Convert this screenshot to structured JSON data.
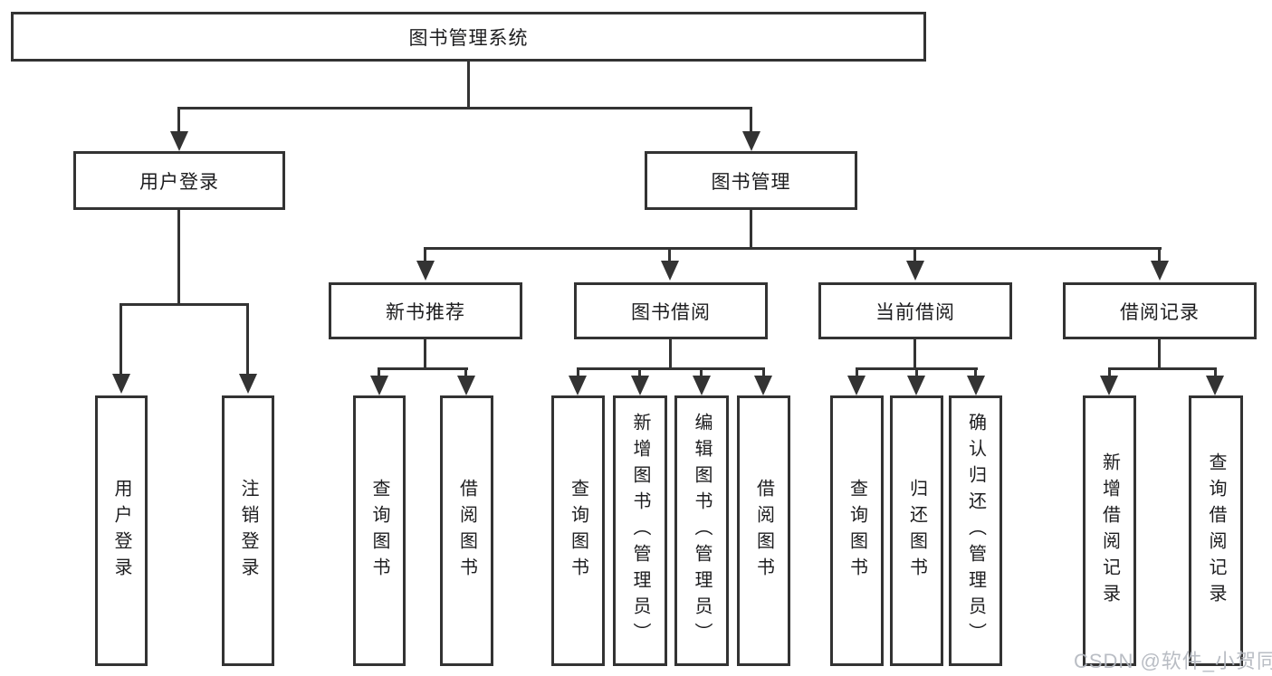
{
  "colors": {
    "line": "#333333",
    "text": "#1d1d1f",
    "background": "#ffffff",
    "watermark": "#b4b8bf"
  },
  "tree": {
    "root": {
      "label": "图书管理系统"
    },
    "children": [
      {
        "label": "用户登录",
        "children": [
          {
            "label": "用户登录"
          },
          {
            "label": "注销登录"
          }
        ]
      },
      {
        "label": "图书管理",
        "children": [
          {
            "label": "新书推荐",
            "children": [
              {
                "label": "查询图书"
              },
              {
                "label": "借阅图书"
              }
            ]
          },
          {
            "label": "图书借阅",
            "children": [
              {
                "label": "查询图书"
              },
              {
                "label": "新增图书（管理员）"
              },
              {
                "label": "编辑图书（管理员）"
              },
              {
                "label": "借阅图书"
              }
            ]
          },
          {
            "label": "当前借阅",
            "children": [
              {
                "label": "查询图书"
              },
              {
                "label": "归还图书"
              },
              {
                "label": "确认归还（管理员）"
              }
            ]
          },
          {
            "label": "借阅记录",
            "children": [
              {
                "label": "新增借阅记录"
              },
              {
                "label": "查询借阅记录"
              }
            ]
          }
        ]
      }
    ]
  },
  "watermark": {
    "text": "CSDN @软件_小贺同学"
  }
}
